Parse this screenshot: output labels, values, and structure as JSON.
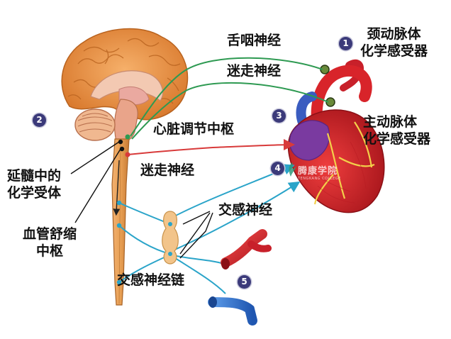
{
  "labels": {
    "glossopharyngeal_nerve": "舌咽神经",
    "vagus_nerve_afferent": "迷走神经",
    "carotid_chemoreceptor": "颈动脉体\n化学感受器",
    "aortic_chemoreceptor": "主动脉体\n化学感受器",
    "cardiac_center": "心脏调节中枢",
    "vagus_nerve_efferent": "迷走神经",
    "medulla_chemoreceptor": "延髓中的\n化学受体",
    "vasomotor_center": "血管舒缩\n中枢",
    "sympathetic_nerve": "交感神经",
    "sympathetic_chain": "交感神经链"
  },
  "badges": [
    "1",
    "2",
    "3",
    "4",
    "5"
  ],
  "watermark": {
    "main": "腾康学院",
    "sub": "TENGKANG COLLEGE"
  },
  "colors": {
    "badge": "#3b3a7a",
    "afferent_nerve": "#2e9a52",
    "vagus_efferent": "#d83a3a",
    "sympathetic": "#2aa4c9",
    "brain_cortex": "#e8923a",
    "brain_inner": "#f0b89a",
    "spinal_cord": "#e49a4a",
    "heart_red": "#d8242a",
    "heart_purple": "#7a3aa0",
    "artery": "#d8242a",
    "vein": "#2a6ed0"
  }
}
